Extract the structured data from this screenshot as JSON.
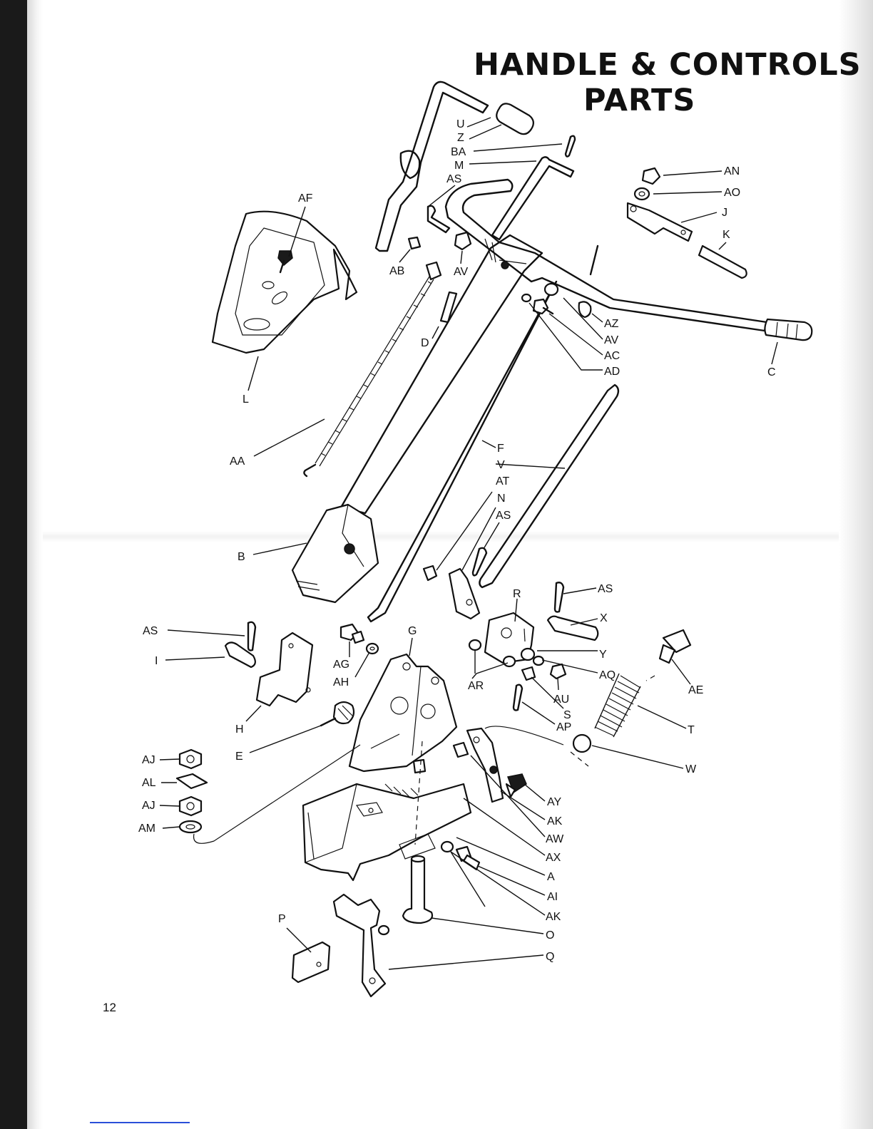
{
  "title": {
    "line1": "HANDLE & CONTROLS",
    "line2": "PARTS"
  },
  "page_number": "12",
  "callouts": [
    {
      "id": "U",
      "text": "U"
    },
    {
      "id": "Z",
      "text": "Z"
    },
    {
      "id": "BA",
      "text": "BA"
    },
    {
      "id": "M",
      "text": "M"
    },
    {
      "id": "AS1",
      "text": "AS"
    },
    {
      "id": "AN",
      "text": "AN"
    },
    {
      "id": "AO",
      "text": "AO"
    },
    {
      "id": "J",
      "text": "J"
    },
    {
      "id": "K",
      "text": "K"
    },
    {
      "id": "AF",
      "text": "AF"
    },
    {
      "id": "AB",
      "text": "AB"
    },
    {
      "id": "AV1",
      "text": "AV"
    },
    {
      "id": "D",
      "text": "D"
    },
    {
      "id": "AZ",
      "text": "AZ"
    },
    {
      "id": "AV2",
      "text": "AV"
    },
    {
      "id": "AC",
      "text": "AC"
    },
    {
      "id": "AD",
      "text": "AD"
    },
    {
      "id": "C",
      "text": "C"
    },
    {
      "id": "L",
      "text": "L"
    },
    {
      "id": "AA",
      "text": "AA"
    },
    {
      "id": "F",
      "text": "F"
    },
    {
      "id": "V",
      "text": "V"
    },
    {
      "id": "AT",
      "text": "AT"
    },
    {
      "id": "N",
      "text": "N"
    },
    {
      "id": "AS2",
      "text": "AS"
    },
    {
      "id": "B",
      "text": "B"
    },
    {
      "id": "AS3",
      "text": "AS"
    },
    {
      "id": "R",
      "text": "R"
    },
    {
      "id": "X",
      "text": "X"
    },
    {
      "id": "AS4",
      "text": "AS"
    },
    {
      "id": "I",
      "text": "I"
    },
    {
      "id": "G",
      "text": "G"
    },
    {
      "id": "AG",
      "text": "AG"
    },
    {
      "id": "AH",
      "text": "AH"
    },
    {
      "id": "Y",
      "text": "Y"
    },
    {
      "id": "AQ",
      "text": "AQ"
    },
    {
      "id": "AR",
      "text": "AR"
    },
    {
      "id": "AU",
      "text": "AU"
    },
    {
      "id": "S",
      "text": "S"
    },
    {
      "id": "AP",
      "text": "AP"
    },
    {
      "id": "AE",
      "text": "AE"
    },
    {
      "id": "H",
      "text": "H"
    },
    {
      "id": "T",
      "text": "T"
    },
    {
      "id": "E",
      "text": "E"
    },
    {
      "id": "W",
      "text": "W"
    },
    {
      "id": "AJ1",
      "text": "AJ"
    },
    {
      "id": "AL",
      "text": "AL"
    },
    {
      "id": "AJ2",
      "text": "AJ"
    },
    {
      "id": "AM",
      "text": "AM"
    },
    {
      "id": "AY",
      "text": "AY"
    },
    {
      "id": "AK1",
      "text": "AK"
    },
    {
      "id": "AW",
      "text": "AW"
    },
    {
      "id": "AX",
      "text": "AX"
    },
    {
      "id": "A",
      "text": "A"
    },
    {
      "id": "AI",
      "text": "AI"
    },
    {
      "id": "AK2",
      "text": "AK"
    },
    {
      "id": "P",
      "text": "P"
    },
    {
      "id": "O",
      "text": "O"
    },
    {
      "id": "Q",
      "text": "Q"
    }
  ]
}
